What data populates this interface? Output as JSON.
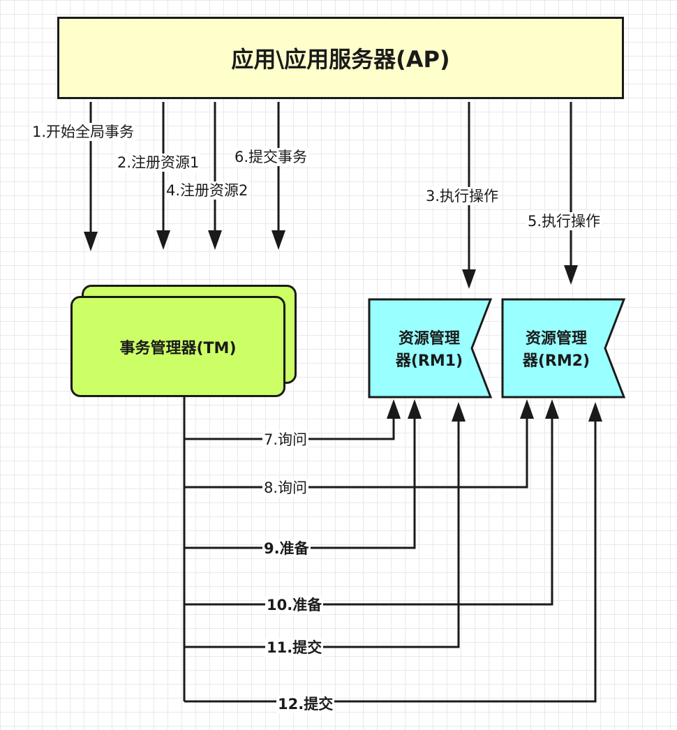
{
  "ap": {
    "label": "应用\\应用服务器(AP)"
  },
  "tm": {
    "label": "事务管理器(TM)"
  },
  "rm1": {
    "line1": "资源管理",
    "line2": "器(RM1)"
  },
  "rm2": {
    "line1": "资源管理",
    "line2": "器(RM2)"
  },
  "steps": {
    "s1": "1.开始全局事务",
    "s2": "2.注册资源1",
    "s3": "3.执行操作",
    "s4": "4.注册资源2",
    "s5": "5.执行操作",
    "s6": "6.提交事务",
    "s7": "7.询问",
    "s8": "8.询问",
    "s9": "9.准备",
    "s10": "10.准备",
    "s11": "11.提交",
    "s12": "12.提交"
  },
  "colors": {
    "ap_fill": "#ffffcc",
    "tm_fill": "#ccff66",
    "rm_fill": "#99ffff",
    "stroke": "#1a1a1a"
  }
}
